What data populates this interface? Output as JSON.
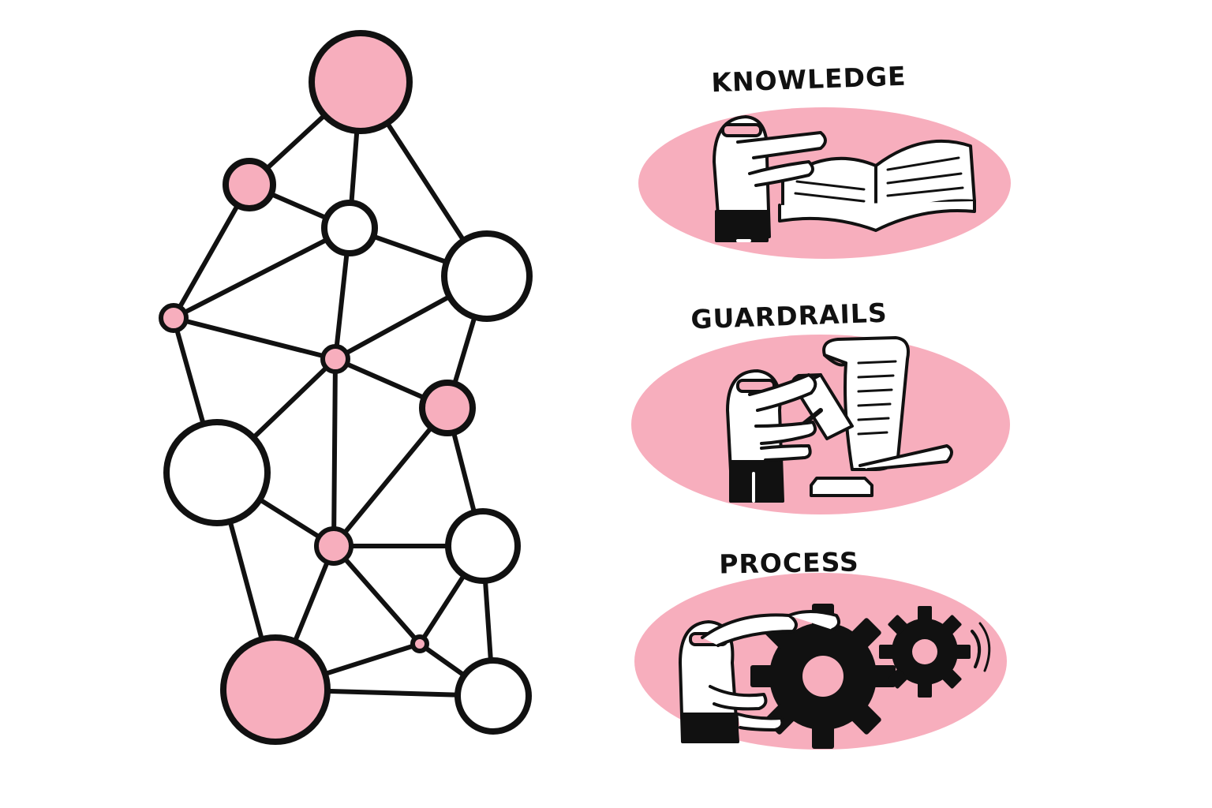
{
  "colors": {
    "pink": "#f7aebd",
    "ink": "#111111",
    "paper": "#ffffff"
  },
  "network": {
    "nodes": [
      {
        "id": "n1",
        "fill": "pink"
      },
      {
        "id": "n2",
        "fill": "pink"
      },
      {
        "id": "n3",
        "fill": "white"
      },
      {
        "id": "n4",
        "fill": "white"
      },
      {
        "id": "n5",
        "fill": "pink"
      },
      {
        "id": "n6",
        "fill": "pink"
      },
      {
        "id": "n7",
        "fill": "pink"
      },
      {
        "id": "n8",
        "fill": "white"
      },
      {
        "id": "n9",
        "fill": "pink"
      },
      {
        "id": "n10",
        "fill": "white"
      },
      {
        "id": "n11",
        "fill": "pink"
      },
      {
        "id": "n12",
        "fill": "pink"
      },
      {
        "id": "n13",
        "fill": "white"
      }
    ],
    "edges": [
      [
        "n1",
        "n2"
      ],
      [
        "n1",
        "n3"
      ],
      [
        "n1",
        "n4"
      ],
      [
        "n2",
        "n3"
      ],
      [
        "n2",
        "n5"
      ],
      [
        "n3",
        "n4"
      ],
      [
        "n3",
        "n5"
      ],
      [
        "n3",
        "n6"
      ],
      [
        "n5",
        "n6"
      ],
      [
        "n5",
        "n8"
      ],
      [
        "n4",
        "n6"
      ],
      [
        "n4",
        "n7"
      ],
      [
        "n6",
        "n7"
      ],
      [
        "n6",
        "n8"
      ],
      [
        "n6",
        "n9"
      ],
      [
        "n7",
        "n9"
      ],
      [
        "n7",
        "n10"
      ],
      [
        "n8",
        "n9"
      ],
      [
        "n8",
        "n12"
      ],
      [
        "n9",
        "n10"
      ],
      [
        "n9",
        "n11"
      ],
      [
        "n9",
        "n12"
      ],
      [
        "n10",
        "n11"
      ],
      [
        "n10",
        "n13"
      ],
      [
        "n11",
        "n12"
      ],
      [
        "n11",
        "n13"
      ],
      [
        "n12",
        "n13"
      ]
    ]
  },
  "sections": [
    {
      "title": "KNOWLEDGE",
      "icon": "book-icon"
    },
    {
      "title": "GUARDRAILS",
      "icon": "scroll-icon"
    },
    {
      "title": "PROCESS",
      "icon": "gears-icon"
    }
  ]
}
